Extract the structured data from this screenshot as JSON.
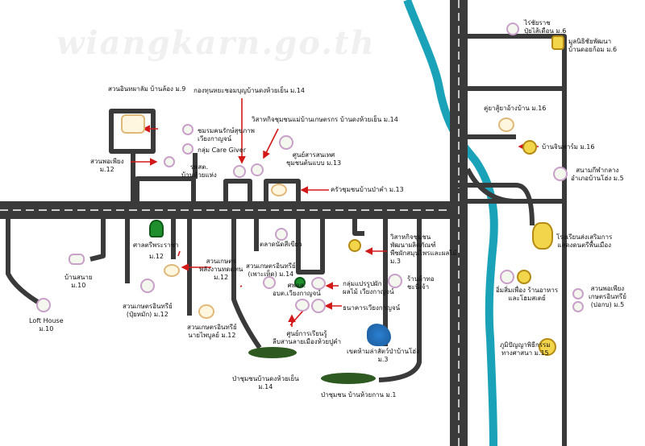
{
  "watermark": "wiangkarn.go.th",
  "places": {
    "wat_chiang_rai": "ไร่ชัยราช\nปุ๋ยไส้เดือน ม.6",
    "museum": "มูลนิธิชัยพัฒนา\nบ้านดอยก้อม ม.6",
    "park_huai_lamphan": "สวนอินทผาลัม บ้านล้อง ม.9",
    "fund_cafe": "กองทุนหยะชอมบุญบ้านดงห้วยเย็น ม.14",
    "community_farm": "วิสาหกิจชุมชนแม่บ้านเกษตรกร บ้านดงห้วยเย็น ม.14",
    "health_club": "ชมรมคนรักษ์สุขภาพ\nเวียงกาญจน์",
    "care_giver": "กลุ่ม Care Giver",
    "hospital": "รพสต.\nบ้านห้วยแห่ง",
    "learning_center": "ศูนย์สารสนเทศ\nชุมชนต้นแบบ ม.13",
    "suan_phoeng": "สวนพอเพียง\nม.12",
    "kitchen": "ครัวชุมชนบ้านป่าคำ ม.13",
    "temple_hall": "คู่ยาสู้ยาอ้างบ้าน ม.16",
    "banjin_farm": "บ้านจินฟาร์ม ม.16",
    "stadium": "สนามกีฬากลาง\nอำเภอบ้านโฮ่ง ม.5",
    "school": "โรงเรียนส่งเสริมการ\nแสดงดนตรีพื้นเมือง",
    "sala": "ศาลตรีพระราชา",
    "sala_moo": "ม.12",
    "market": "ตลาดนัดสีเขียว",
    "organic_farm": "สวนเกษตรอินทรีย์\n(เพาะเห็ด) ม.14",
    "community_enterprise": "วิสาหกิจชุมชน\nพัฒนาผลิตภัณฑ์\nพืชผักสมุนไพรและผลไม้\nม.3",
    "ban_sanai": "บ้านสนาย\nม.10",
    "energy_farm": "สวนเกษตร\nพลังงานทดแทน\nม.12",
    "ktc": "ศพอส.\nอบต.เวียงกาญจน์",
    "processing_group": "กลุ่มแปรรูปผัก\nผลไม้ เวียงกาญจน์",
    "weaving": "ร้านผ้าทอ\nชะนีเจ้า",
    "organic_compost": "สวนเกษตรอินทรีย์\n(ปุ๋ยหมัก) ม.12",
    "bank": "ธนาคารเวียงกาญจน์",
    "loft_house": "Loft House\nม.10",
    "organic_nai": "สวนเกษตรอินทรีย์\nนายไพบูลย์ ม.12",
    "learning_folk": "ศูนย์การเรียนรู้\nลีบสานลายเมืองห้วยปูคำ",
    "zoo": "เขตห้ามล่าสัตว์ป่าบ้านโฮ่ง\nม.3",
    "community_forest": "ป่าชุมชนบ้านดงห้วยเย็น\nม.14",
    "community_forest2": "ป่าชุมชน บ้านห้วยกาน ม.1",
    "restaurant": "อิ่มสิ่มเพื่อง ร้านอาหาร\nและโฮมสเตย์",
    "suan_phoeng2": "สวนพอเพียง\nเกษตรอินทรีย์\n(ปอกบ) ม.5",
    "phumi_panya": "ภูมิปัญญาพิธีกรรม\nทางศาสนา ม.15"
  },
  "icons": {
    "worm": "worm-icon",
    "foundation": "foundation-emblem-icon",
    "food": "food-basket-icon",
    "person": "person-icon",
    "leaf": "leaf-icon",
    "peacock": "peacock-icon",
    "tree": "tree-icon",
    "bottle": "bottle-icon",
    "temple": "temple-icon",
    "bowl": "bowl-icon"
  },
  "colors": {
    "road": "#3a3a3a",
    "road_line": "#ffffff",
    "river": "#1aa3b8",
    "arrow": "#d21818"
  }
}
